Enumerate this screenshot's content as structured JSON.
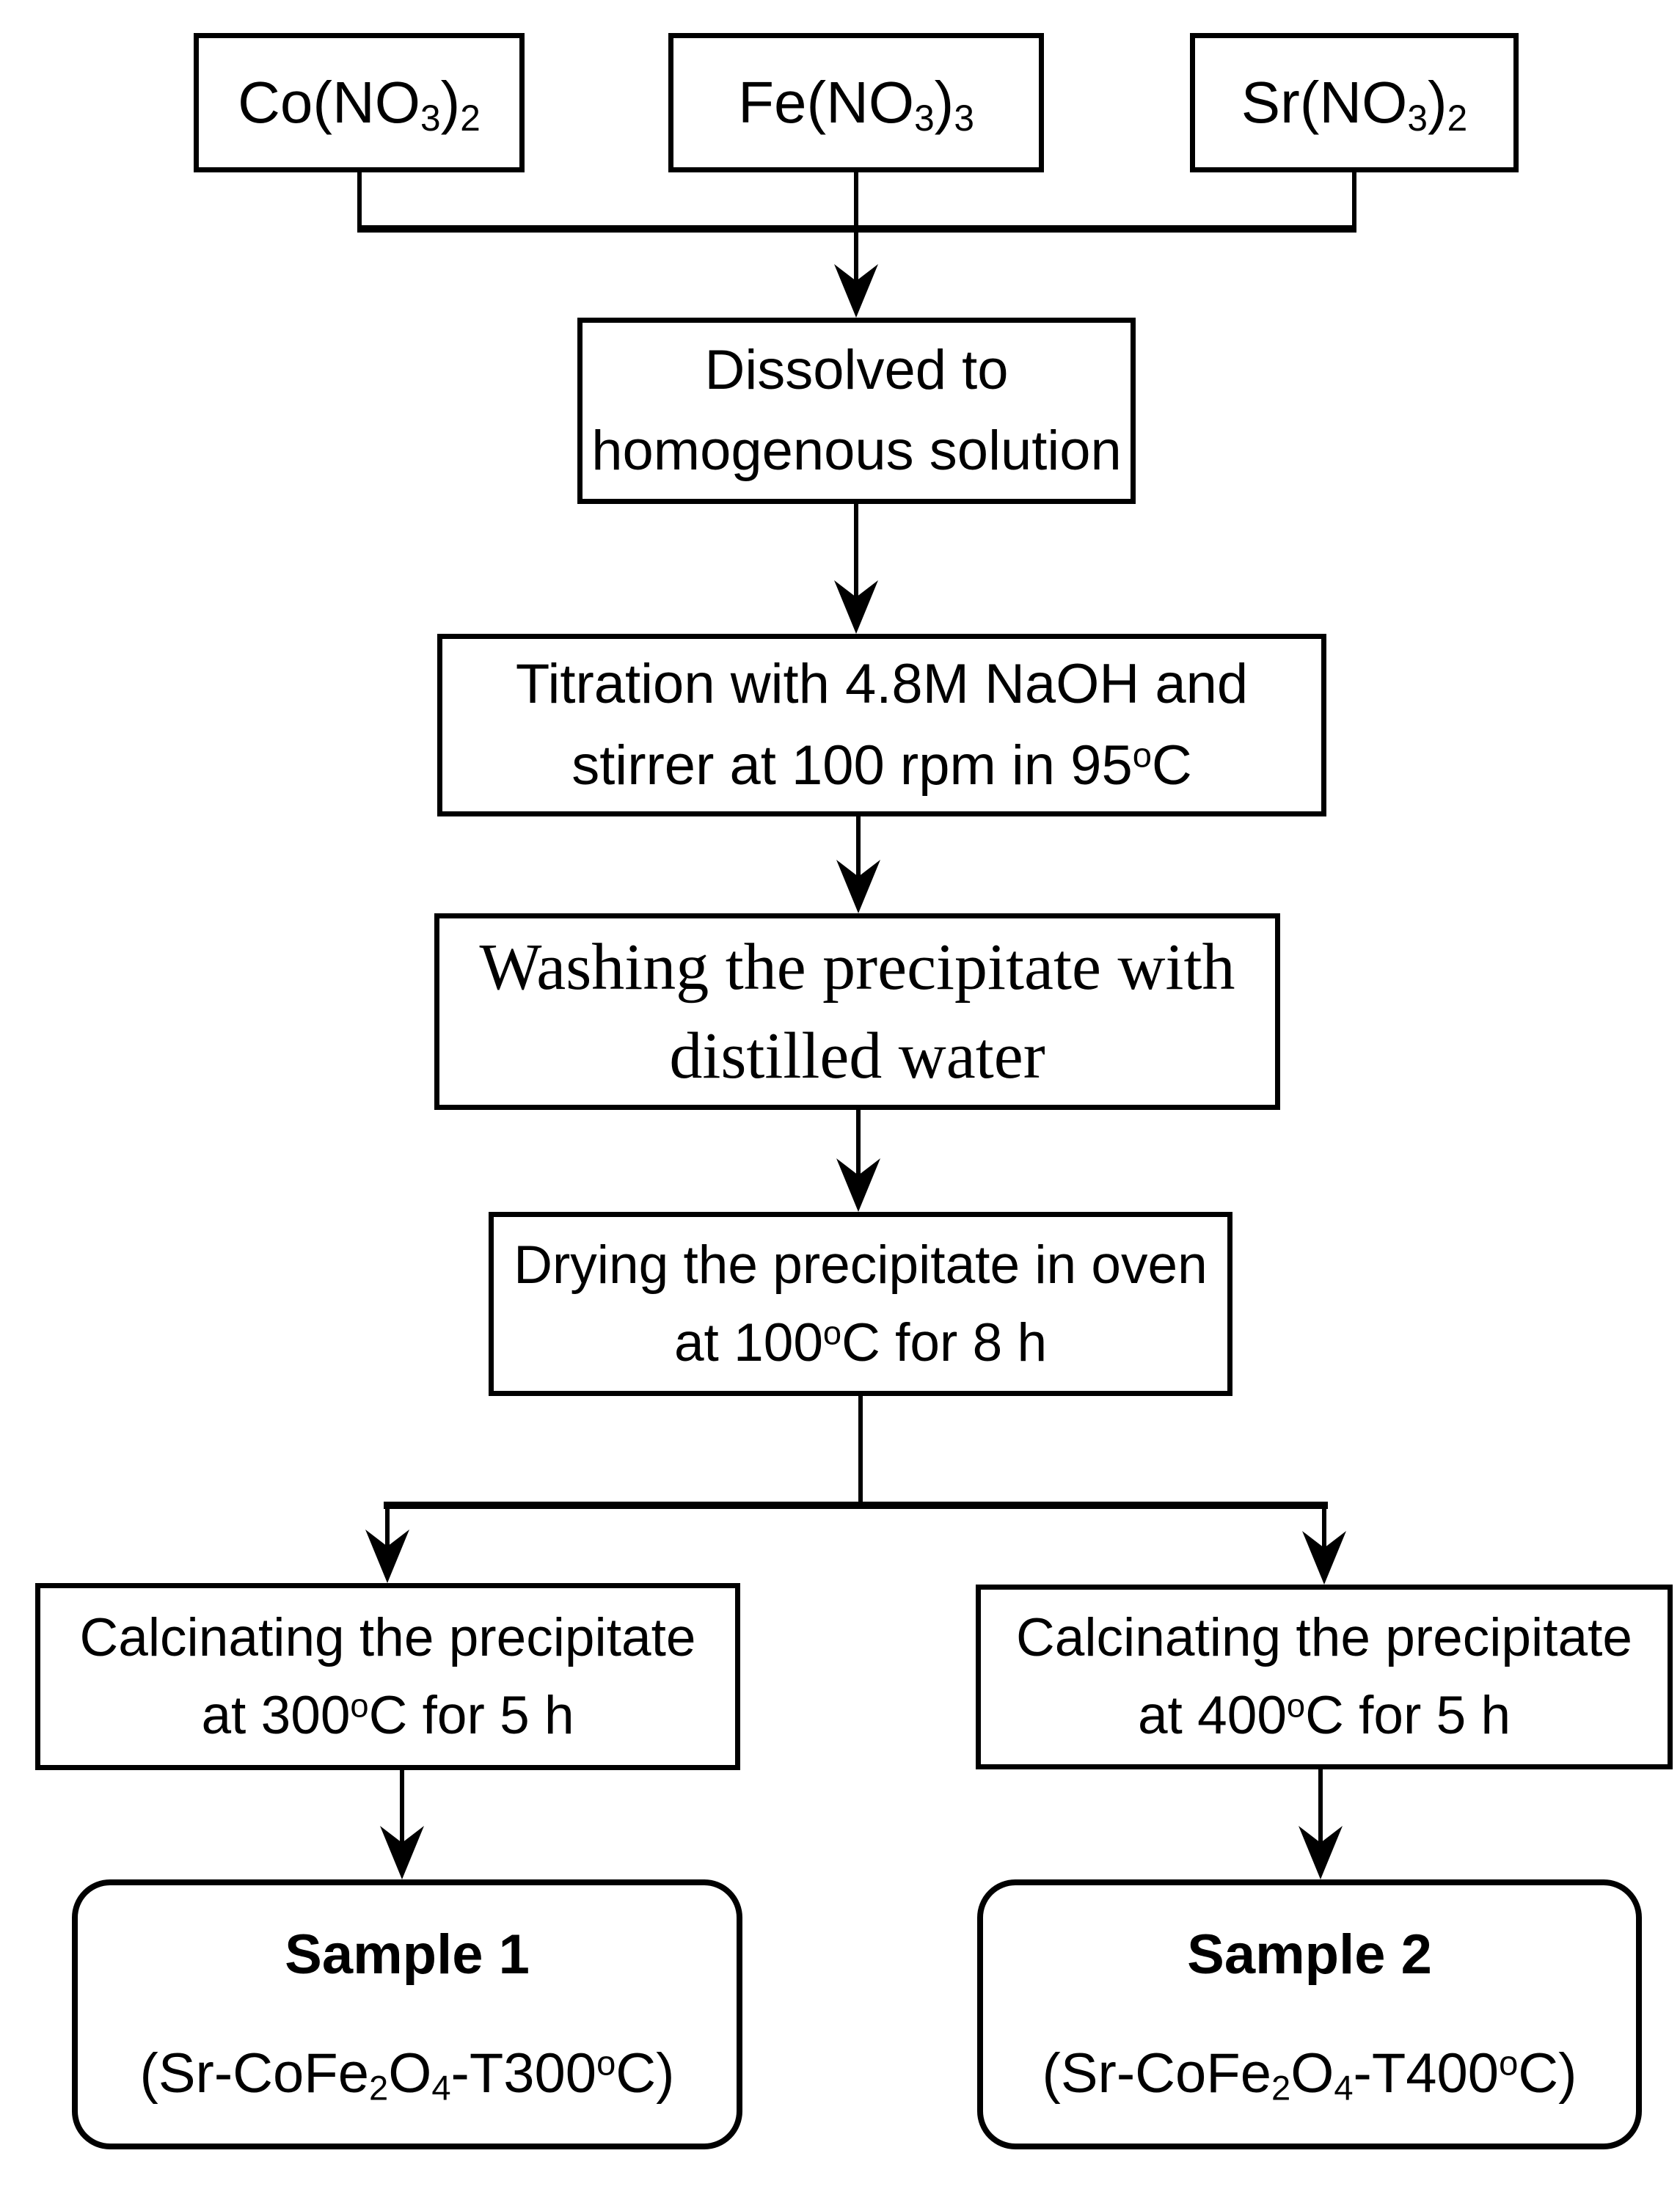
{
  "canvas": {
    "background_color": "#ffffff",
    "line_color": "#000000"
  },
  "reagents": [
    {
      "id": "co",
      "label_rich": [
        {
          "t": "Co(NO"
        },
        {
          "t": "3",
          "sub": true
        },
        {
          "t": ")"
        },
        {
          "t": "2",
          "sub": true
        }
      ]
    },
    {
      "id": "fe",
      "label_rich": [
        {
          "t": "Fe(NO"
        },
        {
          "t": "3",
          "sub": true
        },
        {
          "t": ")"
        },
        {
          "t": "3",
          "sub": true
        }
      ]
    },
    {
      "id": "sr",
      "label_rich": [
        {
          "t": "Sr(NO"
        },
        {
          "t": "3",
          "sub": true
        },
        {
          "t": ")"
        },
        {
          "t": "2",
          "sub": true
        }
      ]
    }
  ],
  "steps": {
    "dissolve": {
      "line1": "Dissolved to",
      "line2": "homogenous solution"
    },
    "titration": {
      "line1": "Titration with 4.8M NaOH and",
      "line2_rich": [
        {
          "t": "stirrer at 100 rpm in 95"
        },
        {
          "t": "o",
          "sup": true
        },
        {
          "t": "C"
        }
      ]
    },
    "washing": {
      "line1": "Washing the precipitate with",
      "line2": "distilled water"
    },
    "drying": {
      "line1": "Drying the precipitate in oven",
      "line2_rich": [
        {
          "t": "at 100"
        },
        {
          "t": "o",
          "sup": true
        },
        {
          "t": "C for 8 h"
        }
      ]
    },
    "calcine_300": {
      "line1": "Calcinating the precipitate",
      "line2_rich": [
        {
          "t": "at 300"
        },
        {
          "t": "o",
          "sup": true
        },
        {
          "t": "C for 5 h"
        }
      ]
    },
    "calcine_400": {
      "line1": "Calcinating the precipitate",
      "line2_rich": [
        {
          "t": "at 400"
        },
        {
          "t": "o",
          "sup": true
        },
        {
          "t": "C for 5 h"
        }
      ]
    }
  },
  "results": {
    "sample1": {
      "title": "Sample 1",
      "formula_rich": [
        {
          "t": "(Sr-CoFe"
        },
        {
          "t": "2",
          "sub": true
        },
        {
          "t": "O"
        },
        {
          "t": "4",
          "sub": true
        },
        {
          "t": "-T300"
        },
        {
          "t": "o",
          "sup": true
        },
        {
          "t": "C)"
        }
      ]
    },
    "sample2": {
      "title": "Sample 2",
      "formula_rich": [
        {
          "t": "(Sr-CoFe"
        },
        {
          "t": "2",
          "sub": true
        },
        {
          "t": "O"
        },
        {
          "t": "4",
          "sub": true
        },
        {
          "t": "-T400"
        },
        {
          "t": "o",
          "sup": true
        },
        {
          "t": "C)"
        }
      ]
    }
  }
}
